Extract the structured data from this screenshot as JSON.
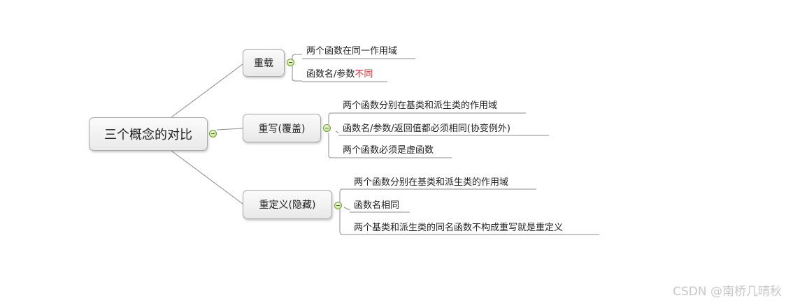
{
  "root": {
    "label": "三个概念的对比"
  },
  "branches": [
    {
      "label": "重载",
      "items": [
        {
          "text": "两个函数在同一作用域",
          "accent": ""
        },
        {
          "text": "函数名/参数",
          "accent": "不同"
        }
      ]
    },
    {
      "label": "重写(覆盖)",
      "items": [
        {
          "text": "两个函数分别在基类和派生类的作用域",
          "accent": ""
        },
        {
          "text": "函数名/参数/返回值都必须相同(协变例外)",
          "accent": ""
        },
        {
          "text": "两个函数必须是虚函数",
          "accent": ""
        }
      ]
    },
    {
      "label": "重定义(隐藏)",
      "items": [
        {
          "text": "两个函数分别在基类和派生类的作用域",
          "accent": ""
        },
        {
          "text": "函数名相同",
          "accent": ""
        },
        {
          "text": "两个基类和派生类的同名函数不构成重写就是重定义",
          "accent": ""
        }
      ]
    }
  ],
  "watermark": "CSDN @南桥几晴秋",
  "colors": {
    "highlight": "#e03030",
    "connector": "#8c8c8c",
    "toggle": "#b6dc7a"
  }
}
